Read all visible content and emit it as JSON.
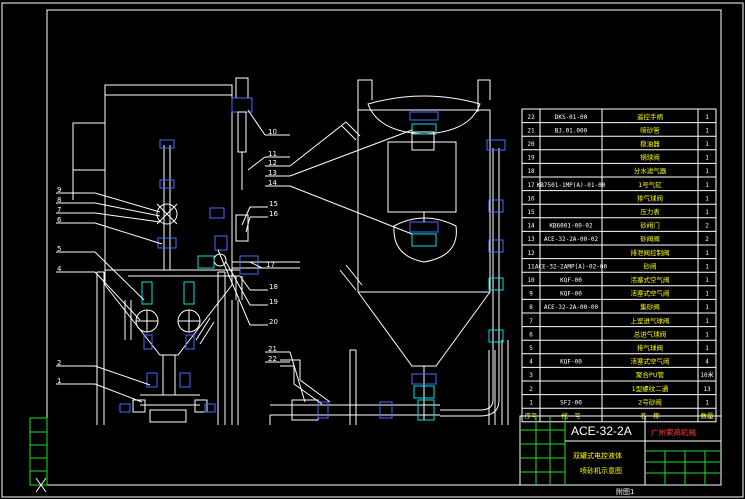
{
  "drawing": {
    "model": "ACE-32-2A",
    "company": "广州索高机械",
    "description_line1": "双罐式电控液体",
    "description_line2": "喷砂机示意图",
    "figure_label": "附图1"
  },
  "bom_header": {
    "no": "序号",
    "code": "代　号",
    "name": "名　称",
    "qty": "数量"
  },
  "bom": [
    {
      "no": "22",
      "code": "DKS-01-00",
      "name": "遥控手柄",
      "qty": "1"
    },
    {
      "no": "21",
      "code": "BJ.01.000",
      "name": "喷砂管",
      "qty": "1"
    },
    {
      "no": "20",
      "code": "",
      "name": "稳油器",
      "qty": "1"
    },
    {
      "no": "19",
      "code": "",
      "name": "钢球阀",
      "qty": "1"
    },
    {
      "no": "18",
      "code": "",
      "name": "分水滤气器",
      "qty": "1"
    },
    {
      "no": "17",
      "code": "KB7501-1MP(A)-01-00",
      "name": "1号气缸",
      "qty": "1"
    },
    {
      "no": "16",
      "code": "",
      "name": "排气球阀",
      "qty": "1"
    },
    {
      "no": "15",
      "code": "",
      "name": "压力表",
      "qty": "1"
    },
    {
      "no": "14",
      "code": "KB6001-00-02",
      "name": "砂阀门",
      "qty": "2"
    },
    {
      "no": "13",
      "code": "ACE-32-2A-00-02",
      "name": "砂阀阀",
      "qty": "2"
    },
    {
      "no": "12",
      "code": "",
      "name": "排泄阀控制阀",
      "qty": "1"
    },
    {
      "no": "11",
      "code": "ACE-32-2AMP(A)-02-00",
      "name": "砂阀",
      "qty": "1"
    },
    {
      "no": "10",
      "code": "KQF-00",
      "name": "活塞式空气阀",
      "qty": "1"
    },
    {
      "no": "9",
      "code": "KQF-00",
      "name": "活塞式空气阀",
      "qty": "1"
    },
    {
      "no": "8",
      "code": "ACE-32-2A-00-00",
      "name": "集砂阀",
      "qty": "1"
    },
    {
      "no": "7",
      "code": "",
      "name": "上室进气球阀",
      "qty": "1"
    },
    {
      "no": "6",
      "code": "",
      "name": "总进气球阀",
      "qty": "1"
    },
    {
      "no": "5",
      "code": "",
      "name": "排气球阀",
      "qty": "1"
    },
    {
      "no": "4",
      "code": "KQF-00",
      "name": "活塞式空气阀",
      "qty": "4"
    },
    {
      "no": "3",
      "code": "",
      "name": "聚合PU管",
      "qty": "10米"
    },
    {
      "no": "2",
      "code": "",
      "name": "1型螺纹二通",
      "qty": "13"
    },
    {
      "no": "1",
      "code": "SF2-00",
      "name": "2号砂阀",
      "qty": "1"
    }
  ],
  "callouts_left": [
    "9",
    "8",
    "7",
    "6",
    "5",
    "4",
    "2",
    "1"
  ],
  "callouts_right": [
    "10",
    "11",
    "12",
    "13",
    "14",
    "15",
    "16",
    "17",
    "18",
    "19",
    "20",
    "21",
    "22"
  ]
}
